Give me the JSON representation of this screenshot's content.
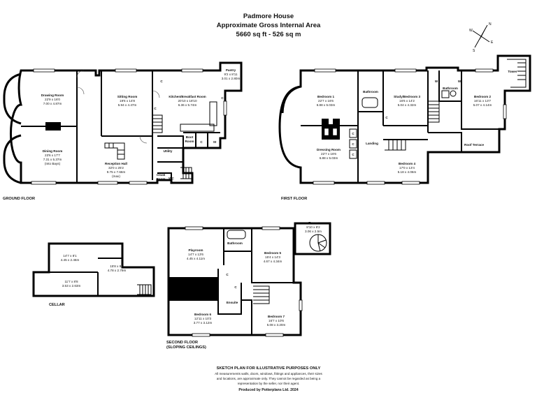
{
  "header": {
    "title": "Padmore House",
    "subtitle": "Approximate Gross Internal Area",
    "area": "5660 sq ft - 526 sq m"
  },
  "compass": {
    "n": "N",
    "e": "E",
    "s": "S",
    "w": "W"
  },
  "floors": {
    "ground": "GROUND FLOOR",
    "first": "FIRST FLOOR",
    "cellar": "CELLAR",
    "second": "SECOND FLOOR",
    "second_note": "(SLOPING CEILINGS)"
  },
  "rooms": {
    "drawing": {
      "name": "Drawing Room",
      "imp": "22'9 x 16'0",
      "met": "7.00 x 4.87m"
    },
    "dining": {
      "name": "Dining Room",
      "imp": "23'6 x 17'7",
      "met": "7.31 x 5.37m",
      "note": "(Into Bays)"
    },
    "sitting": {
      "name": "Sitting Room",
      "imp": "19'6 x 14'8",
      "met": "5.94 x 4.47m"
    },
    "kitchen": {
      "name": "Kitchen/Breakfast Room",
      "imp": "20'10 x 18'10",
      "met": "6.36 x 5.74m"
    },
    "pantry": {
      "name": "Pantry",
      "imp": "9'2 x 8'11",
      "met": "3.01 x 2.80m"
    },
    "boot": {
      "name": "Boot",
      "name2": "Room"
    },
    "utility": {
      "name": "Utility"
    },
    "reception": {
      "name": "Reception Hall",
      "imp": "32'0 x 25'2",
      "met": "9.75 x 7.66m",
      "note": "(max)"
    },
    "cloak": {
      "name": "Cloak",
      "name2": "Room"
    },
    "wc": {
      "name": "WC"
    },
    "bedroom1": {
      "name": "Bedroom 1",
      "imp": "22'7 x 16'6",
      "met": "6.88 x 5.03m"
    },
    "bathroom_ff": {
      "name": "Bathroom"
    },
    "study": {
      "name": "Study/Bedroom 3",
      "imp": "16'6 x 14'2",
      "met": "5.04 x 4.32m"
    },
    "bathroom_ff2": {
      "name": "Bathroom"
    },
    "bedroom2": {
      "name": "Bedroom 2",
      "imp": "16'11 x 13'7",
      "met": "5.07 x 4.14m"
    },
    "tower_ff": {
      "name": "Tower"
    },
    "dressing": {
      "name": "Dressing Room",
      "imp": "22'7 x 16'6",
      "met": "6.88 x 5.03m"
    },
    "landing": {
      "name": "Landing"
    },
    "bedroom4": {
      "name": "Bedroom 4",
      "imp": "17'0 x 13'4",
      "met": "5.18 x 4.06m"
    },
    "roof_terrace": {
      "name": "Roof Terrace"
    },
    "cellar1": {
      "imp": "14'7 x 8'1",
      "met": "4.45 x 2.46m"
    },
    "cellar2": {
      "imp": "15'8 x 9'2",
      "met": "4.78 x 2.79m"
    },
    "cellar3": {
      "imp": "11'7 x 8'8",
      "met": "3.53 x 2.63m"
    },
    "playroom": {
      "name": "Playroom",
      "imp": "14'7 x 13'6",
      "met": "4.45 x 4.11m"
    },
    "bathroom_sf": {
      "name": "Bathroom"
    },
    "bedroom5": {
      "name": "Bedroom 5",
      "imp": "15'4 x 14'3",
      "met": "4.67 x 4.34m"
    },
    "tower_sf": {
      "name": "Tower",
      "imp": "8'10 x 8'2",
      "met": "3.06 x 2.5m"
    },
    "ensuite": {
      "name": "Ensuite"
    },
    "bedroom6": {
      "name": "Bedroom 6",
      "imp": "12'11 x 10'3",
      "met": "3.77 x 3.12m"
    },
    "bedroom7": {
      "name": "Bedroom 7",
      "imp": "16'7 x 10'6",
      "met": "5.08 x 3.20m"
    }
  },
  "labels": {
    "c": "C",
    "w": "W",
    "st": "St"
  },
  "disclaimer": {
    "title": "SKETCH PLAN FOR ILLUSTRATIVE PURPOSES ONLY",
    "line1": "All measurements walls, doors, windows, fittings and appliances, their sizes",
    "line2": "and locations, are approximate only. They cannot be regarded as being a",
    "line3": "representation by the seller, nor their agent.",
    "credit": "Produced by Potterplans Ltd. 2024"
  }
}
